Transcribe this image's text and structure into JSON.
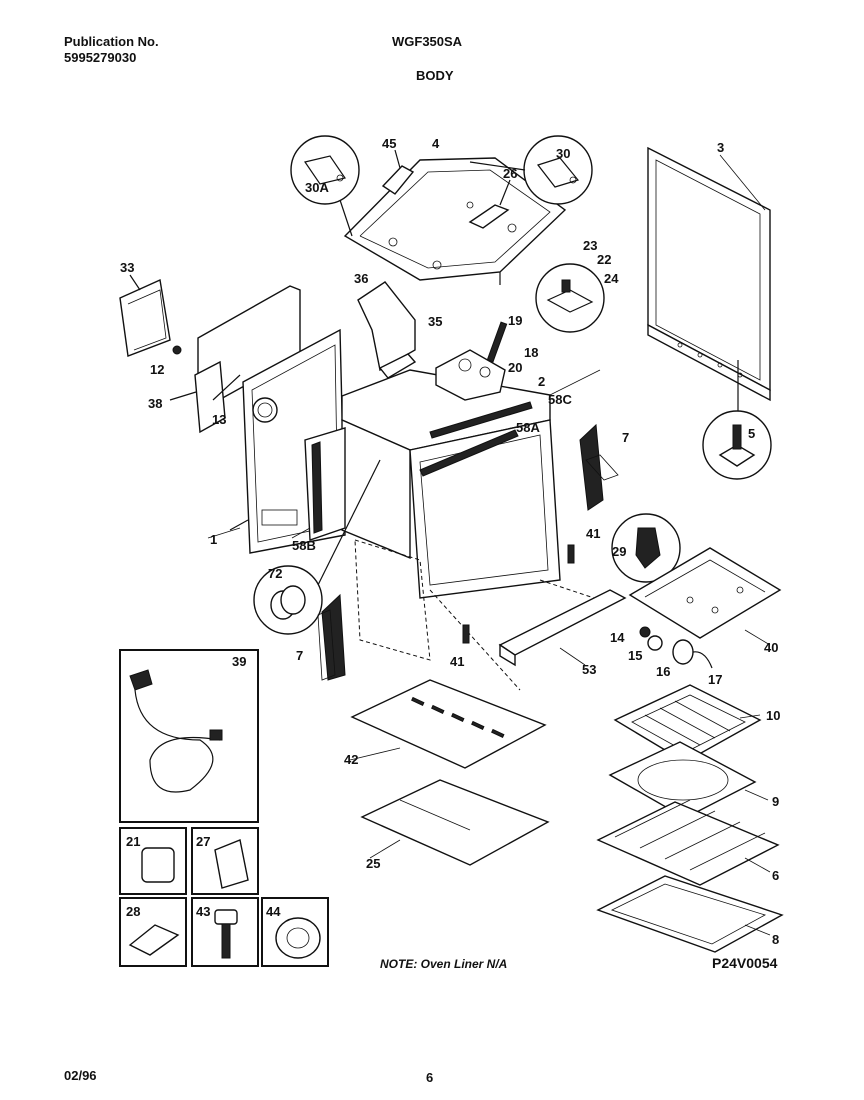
{
  "header": {
    "publication_label": "Publication No.",
    "publication_number": "5995279030",
    "model": "WGF350SA",
    "section": "BODY"
  },
  "footer": {
    "date": "02/96",
    "page": "6"
  },
  "diagram": {
    "note": "NOTE: Oven Liner N/A",
    "code": "P24V0054",
    "callouts": {
      "c45": "45",
      "c4": "4",
      "c26": "26",
      "c30": "30",
      "c30a": "30A",
      "c3": "3",
      "c23": "23",
      "c22": "22",
      "c24": "24",
      "c33": "33",
      "c36": "36",
      "c35": "35",
      "c19": "19",
      "c18": "18",
      "c20": "20",
      "c2": "2",
      "c58c": "58C",
      "c12": "12",
      "c38": "38",
      "c13": "13",
      "c58a": "58A",
      "c7a": "7",
      "c5": "5",
      "c1": "1",
      "c58b": "58B",
      "c72": "72",
      "c41a": "41",
      "c29": "29",
      "c7b": "7",
      "c41b": "41",
      "c14": "14",
      "c15": "15",
      "c53": "53",
      "c16": "16",
      "c17": "17",
      "c40": "40",
      "c39": "39",
      "c10": "10",
      "c42": "42",
      "c9": "9",
      "c21": "21",
      "c27": "27",
      "c25": "25",
      "c6": "6",
      "c8": "8",
      "c28": "28",
      "c43": "43",
      "c44": "44"
    }
  }
}
